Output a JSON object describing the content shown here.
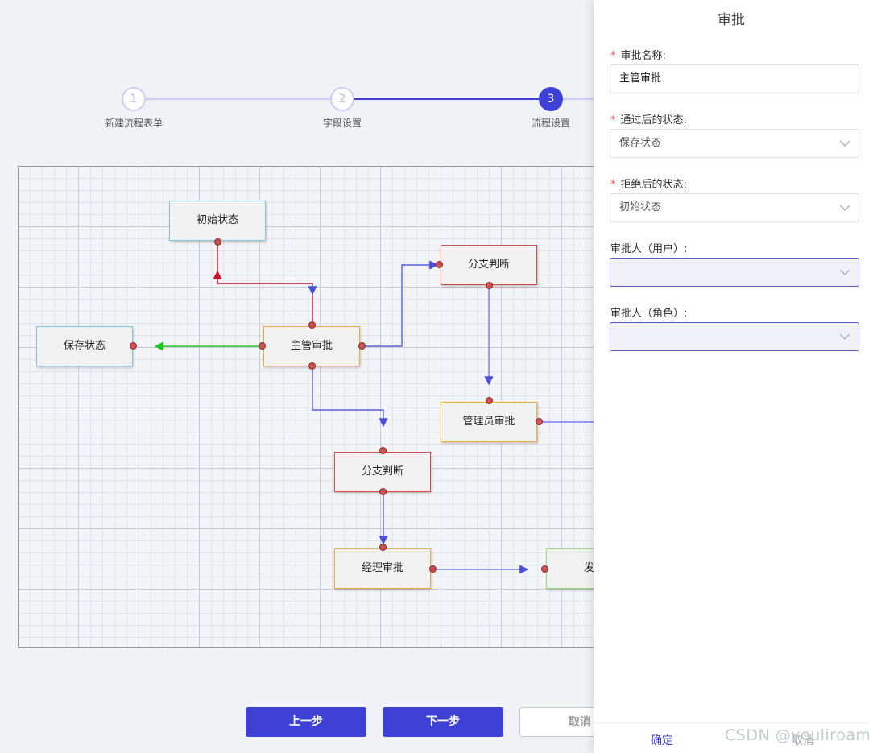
{
  "steps": [
    {
      "number": "1",
      "label": "新建流程表单"
    },
    {
      "number": "2",
      "label": "字段设置"
    },
    {
      "number": "3",
      "label": "流程设置"
    }
  ],
  "flow": {
    "nodes": {
      "initial": "初始状态",
      "save": "保存状态",
      "supervisor": "主管审批",
      "branch_top": "分支判断",
      "admin": "管理员审批",
      "branch_bottom": "分支判断",
      "manager": "经理审批",
      "send": "发起"
    },
    "colors": {
      "approve_edge": "#3d41d6",
      "reject_edge": "#d0102c",
      "pass_edge": "#19c919"
    }
  },
  "buttons": {
    "prev": "上一步",
    "next": "下一步",
    "cancel": "取消"
  },
  "drawer": {
    "title": "审批",
    "name_label": "审批名称:",
    "name_value": "主管审批",
    "pass_label": "通过后的状态:",
    "pass_value": "保存状态",
    "reject_label": "拒绝后的状态:",
    "reject_value": "初始状态",
    "user_label": "审批人（用户）:",
    "role_label": "审批人（角色）:",
    "confirm": "确定",
    "cancel": "取消"
  },
  "watermark": "CSDN @youliroam"
}
